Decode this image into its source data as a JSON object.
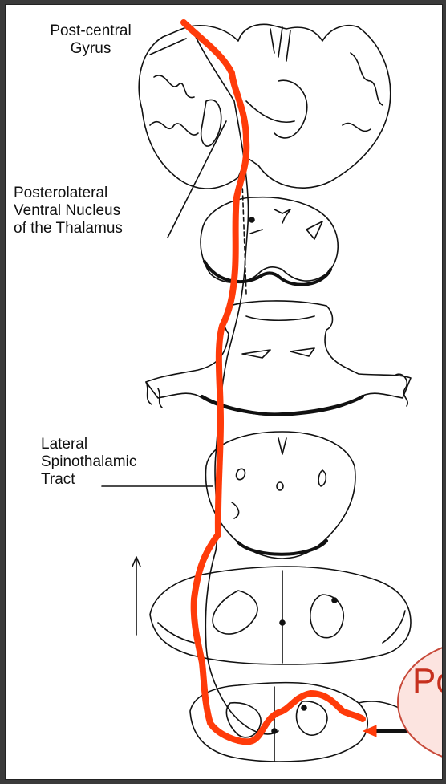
{
  "labels": {
    "postcentral_line1": "Post-central",
    "postcentral_line2": "Gyrus",
    "pvn_line1": "Posterolateral",
    "pvn_line2": "Ventral Nucleus",
    "pvn_line3": "of the Thalamus",
    "lst_line1": "Lateral",
    "lst_line2": "Spinothalamic",
    "lst_line3": "Tract"
  },
  "callout": {
    "text": "Po"
  },
  "colors": {
    "pathway": "#ff3b0a",
    "callout_fill": "#fce4e0",
    "callout_text": "#c6301e",
    "background": "#3a3a3a",
    "arrow": "#ff3b0a"
  },
  "icons": {
    "direction_arrow": "up-arrow-icon",
    "input_arrow": "right-arrow-icon"
  }
}
